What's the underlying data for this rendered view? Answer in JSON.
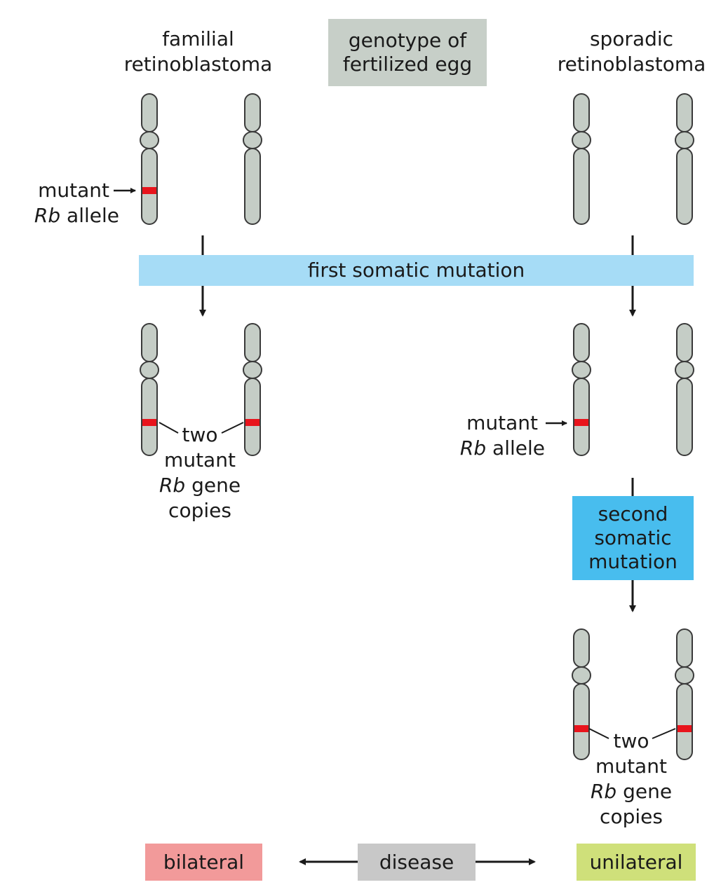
{
  "headers": {
    "familial": [
      "familial",
      "retinoblastoma"
    ],
    "genotype": [
      "genotype of",
      "fertilized egg"
    ],
    "sporadic": [
      "sporadic",
      "retinoblastoma"
    ]
  },
  "labels": {
    "mutant_allele_line1": "mutant",
    "mutant_allele_italic": "Rb",
    "mutant_allele_rest": " allele",
    "two_copies_line1": "two",
    "two_copies_line2": "mutant",
    "two_copies_italic": "Rb",
    "two_copies_rest": " gene",
    "two_copies_line4": "copies"
  },
  "boxes": {
    "first_mutation": "first somatic mutation",
    "second_mutation": [
      "second",
      "somatic",
      "mutation"
    ],
    "bilateral": "bilateral",
    "disease": "disease",
    "unilateral": "unilateral"
  },
  "colors": {
    "chromosome_fill": "#c5cdc6",
    "chromosome_stroke": "#3a3a3a",
    "mutation": "#e8141c",
    "genotype_box": "#c7cfc8",
    "first_mutation_box": "#a6dcf6",
    "second_mutation_box": "#48bdee",
    "bilateral_box": "#f29a9a",
    "disease_box": "#c8c8c8",
    "unilateral_box": "#cfe07a"
  }
}
